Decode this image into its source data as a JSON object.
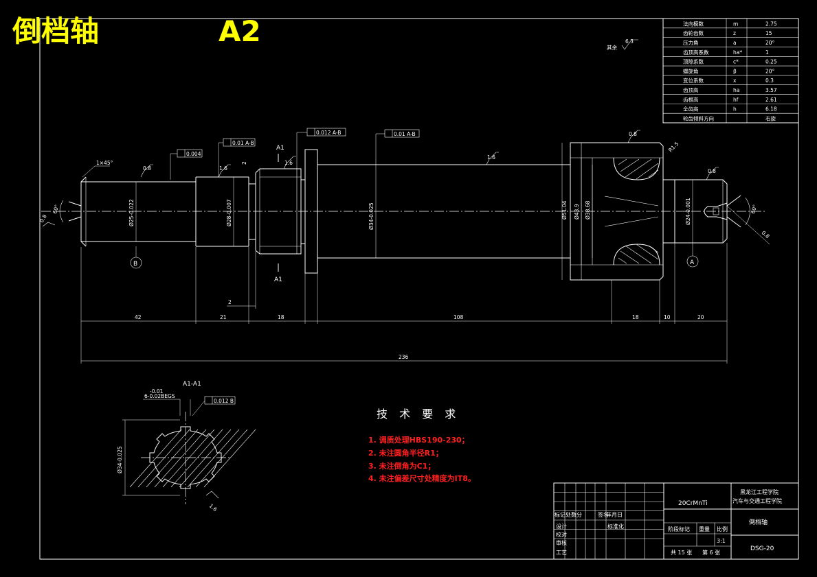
{
  "title": {
    "name": "倒档轴",
    "size": "A2"
  },
  "surface_note": "其余",
  "params": [
    {
      "name": "法向模数",
      "sym": "m",
      "val": "2.75"
    },
    {
      "name": "齿轮齿数",
      "sym": "z",
      "val": "15"
    },
    {
      "name": "压力角",
      "sym": "a",
      "val": "20°"
    },
    {
      "name": "齿顶高系数",
      "sym": "ha*",
      "val": "1"
    },
    {
      "name": "顶隙系数",
      "sym": "c*",
      "val": "0.25"
    },
    {
      "name": "螺旋角",
      "sym": "β",
      "val": "20°"
    },
    {
      "name": "变位系数",
      "sym": "x",
      "val": "0.3"
    },
    {
      "name": "齿顶高",
      "sym": "ha",
      "val": "3.57"
    },
    {
      "name": "齿根高",
      "sym": "hf",
      "val": "2.61"
    },
    {
      "name": "全齿高",
      "sym": "h",
      "val": "6.18"
    },
    {
      "name": "轮齿倾斜方向",
      "sym": "",
      "val": "右旋"
    }
  ],
  "tolerances": {
    "t1": "0.004",
    "t2": "0.01 A-B",
    "t3": "0.012 A-B",
    "t4": "0.01 A-B",
    "section_sym": "0.012 B"
  },
  "roughness": {
    "r1": "0.8",
    "r2": "1.6",
    "r3": "1.6",
    "r4": "1.6",
    "r5": "0.8",
    "r6": "0.8",
    "r7": "6.3"
  },
  "diameters": {
    "d1": "Ø25-0.022",
    "d2": "Ø28-0.007",
    "d3": "Ø34-0.025",
    "d4": "Ø51.04",
    "d5": "Ø43.9",
    "d6": "Ø38.68",
    "d7": "Ø24-0.001"
  },
  "dims": {
    "d42": "42",
    "d21": "21",
    "d18": "18",
    "d108": "108",
    "d18b": "18",
    "d10": "10",
    "d20": "20",
    "d236": "236",
    "d2": "2",
    "d2v": "2"
  },
  "chamfer": "1×45°",
  "center_angle_left": "60°",
  "center_angle_right": "60°",
  "section_label": "A1",
  "section_title": "A1-A1",
  "spline_note_top": "-0.01",
  "spline_note": "6-0.02BEGS",
  "section_dia": "Ø34-0.025",
  "datum_a": "A",
  "datum_b": "B",
  "fillet_r": "R1.5",
  "tech_title": "技 术 要 求",
  "requirements": [
    "1. 调质处理HBS190-230；",
    "2. 未注圆角半径R1；",
    "3. 未注倒角为C1；",
    "4. 未注偏差尺寸处精度为IT8。"
  ],
  "title_block": {
    "material": "20CrMnTi",
    "school": "黑龙江工程学院",
    "dept": "汽车与交通工程学院",
    "part": "倒档轴",
    "code": "DSG-20",
    "scale_label": "比例",
    "scale": "3:1",
    "weight_label": "重量",
    "stage_label": "阶段标记",
    "sheets": "共 15 张",
    "sheet": "第 6 张",
    "rows": [
      "标记处数分",
      "设计",
      "校对",
      "审核",
      "工艺"
    ],
    "std": "标准化",
    "date": "年月日",
    "sign": "签名"
  }
}
